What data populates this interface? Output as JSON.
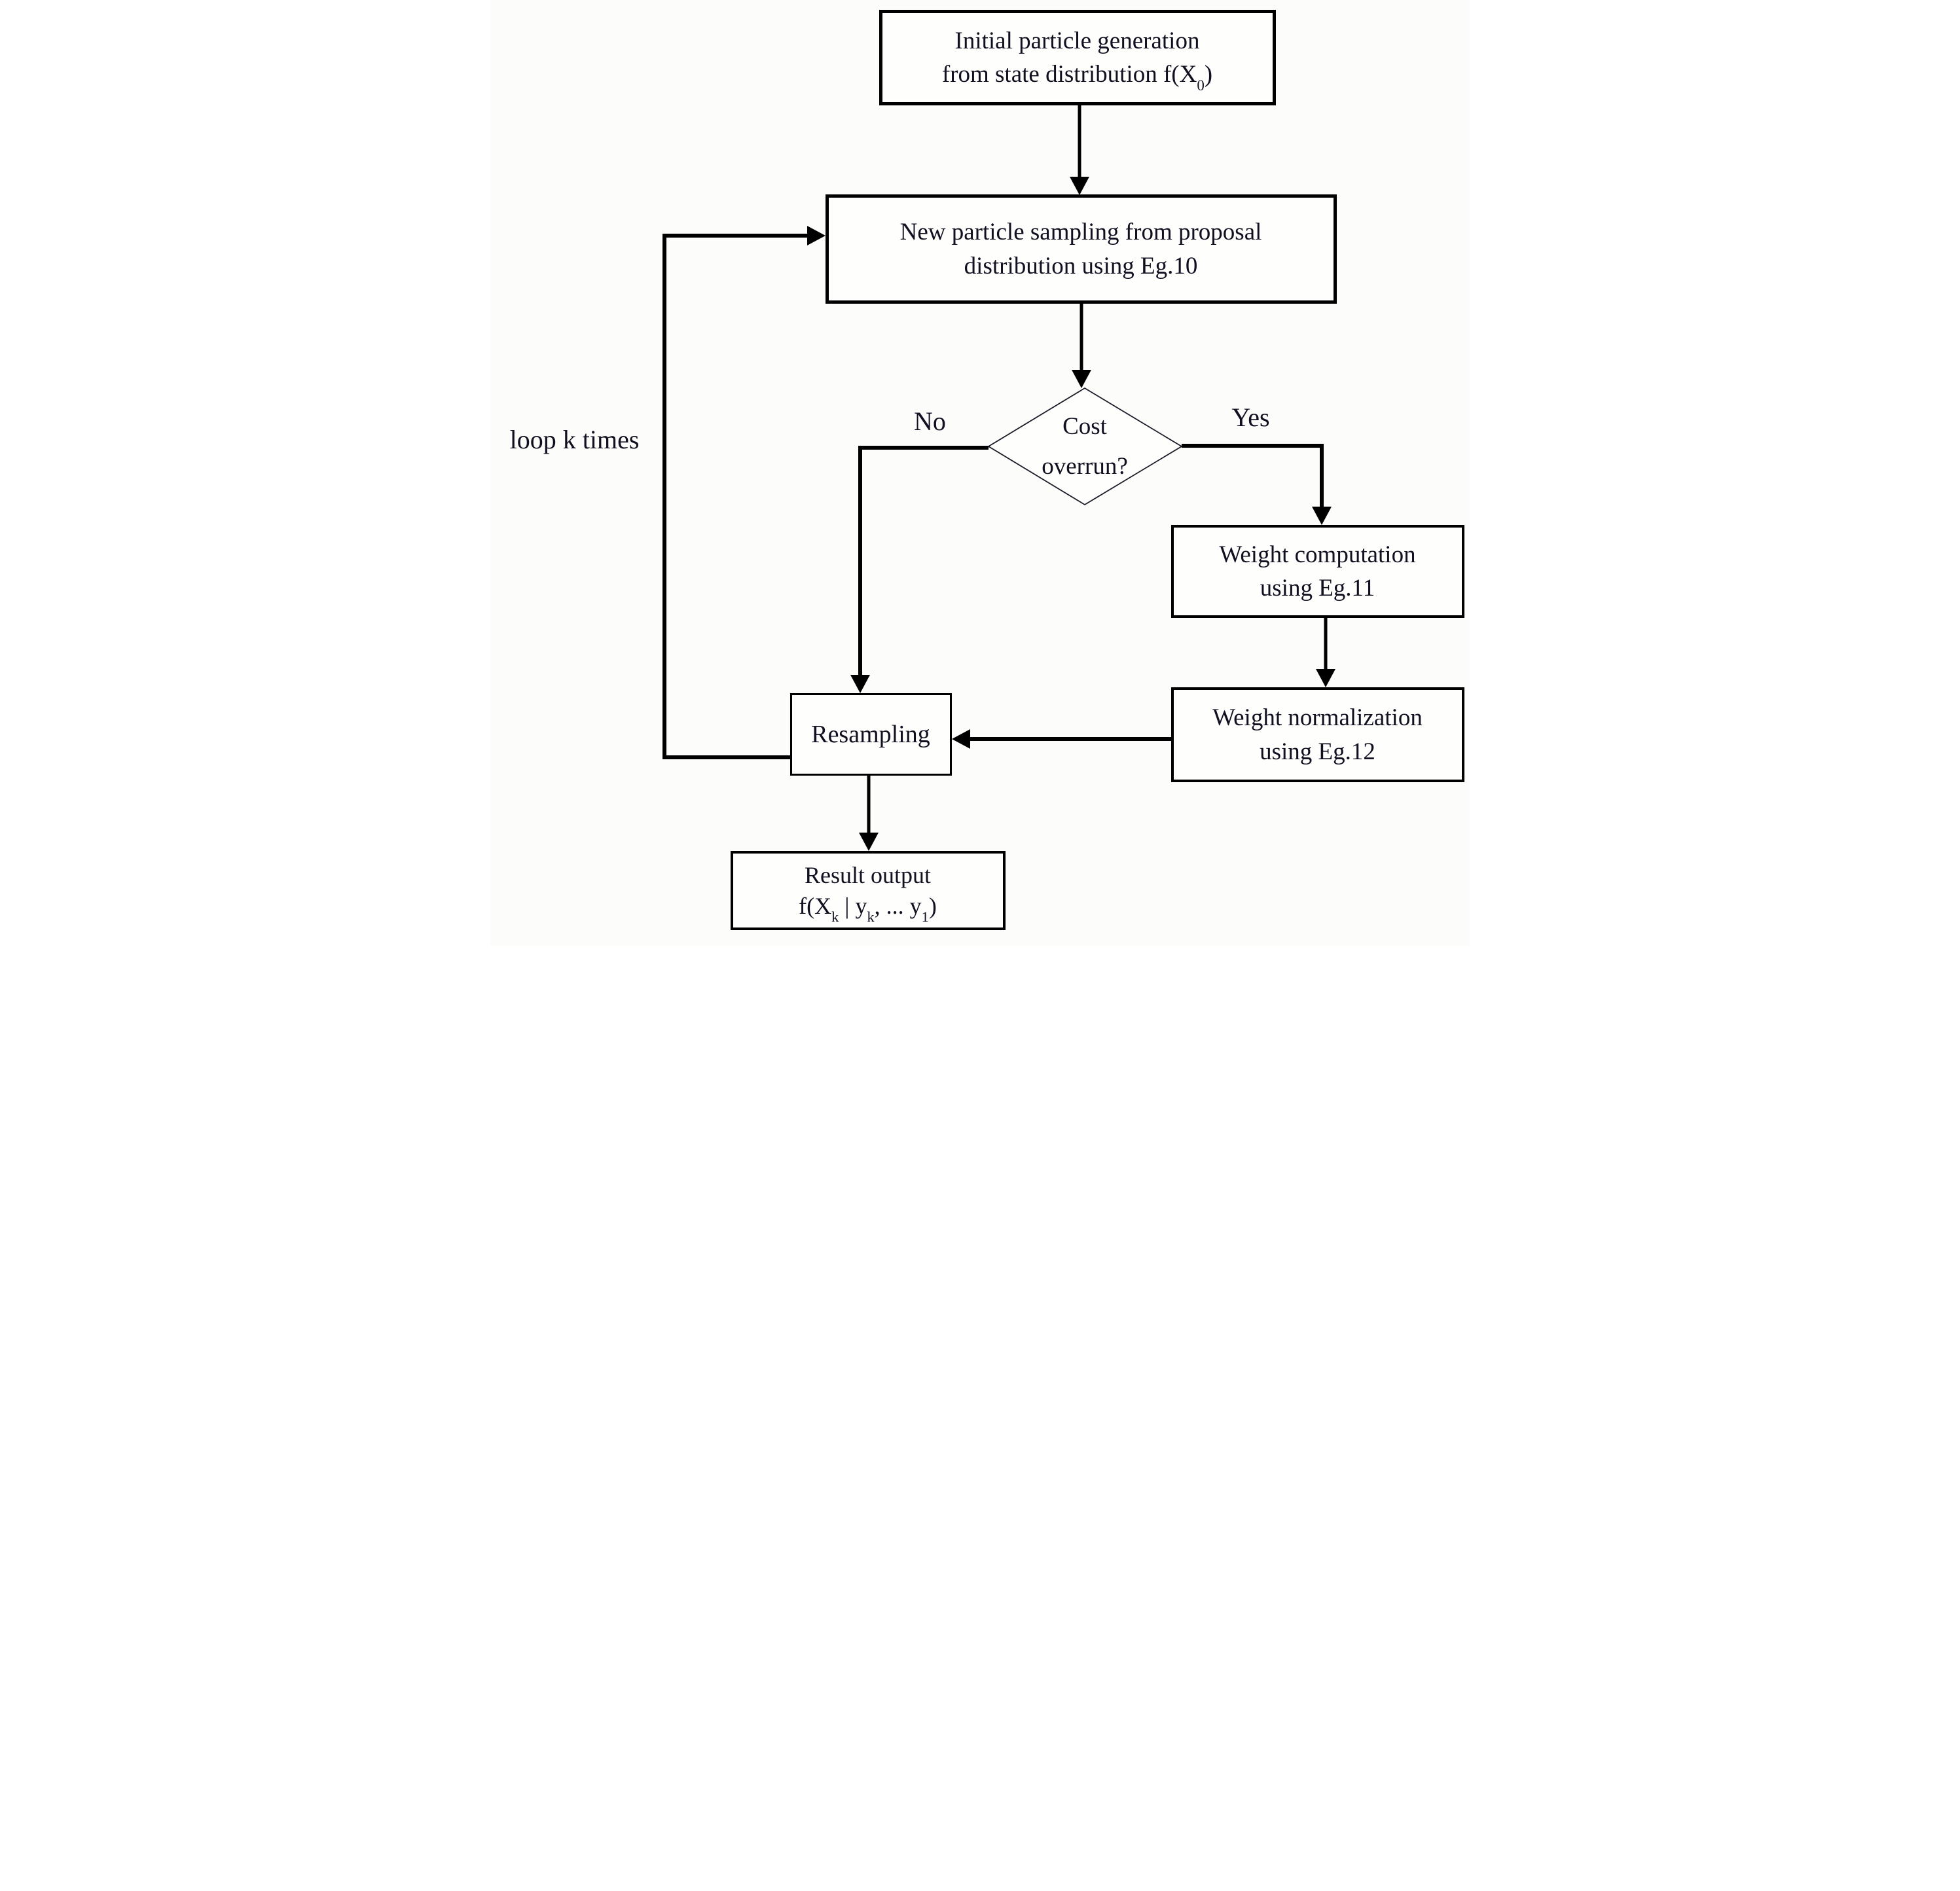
{
  "diagram": {
    "title_hint": "particle filter flowchart",
    "nodes": {
      "initial": {
        "line1": "Initial particle generation",
        "line2_pre": "from state distribution f(X",
        "line2_sub": "0",
        "line2_post": ")"
      },
      "sampling": {
        "line1": "New particle sampling from proposal",
        "line2": "distribution using Eg.10"
      },
      "decision": {
        "line1": "Cost",
        "line2": "overrun?"
      },
      "weight_computation": {
        "line1": "Weight computation",
        "line2": "using Eg.11"
      },
      "weight_normalization": {
        "line1": "Weight normalization",
        "line2": "using Eg.12"
      },
      "resampling": {
        "label": "Resampling"
      },
      "result": {
        "line1": "Result output",
        "f_pre": "f(X",
        "f_sub1": "k",
        "f_mid1": " | y",
        "f_sub2": "k",
        "f_mid2": ", ... y",
        "f_sub3": "1",
        "f_post": ")"
      }
    },
    "edge_labels": {
      "no": "No",
      "yes": "Yes",
      "loop": "loop k times"
    },
    "colors": {
      "line": "#000000",
      "text": "#101020",
      "background": "#fcfcfa",
      "node_fill": "#fefefd"
    }
  }
}
